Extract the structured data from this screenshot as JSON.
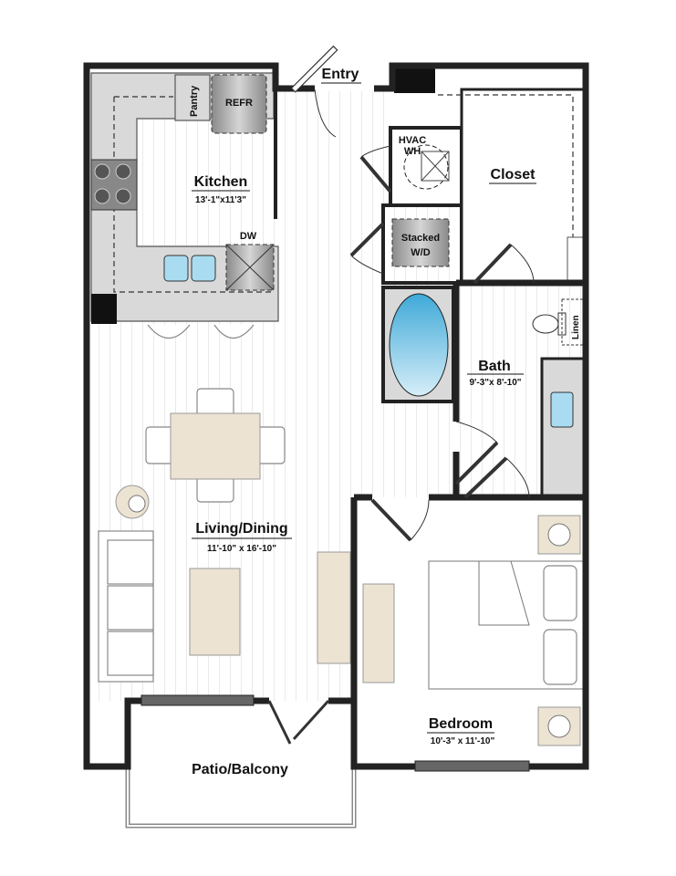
{
  "rooms": {
    "entry": {
      "name": "Entry"
    },
    "kitchen": {
      "name": "Kitchen",
      "dims": "13'-1\"x11'3\""
    },
    "living": {
      "name": "Living/Dining",
      "dims": "11'-10\" x 16'-10\""
    },
    "bath": {
      "name": "Bath",
      "dims": "9'-3\"x 8'-10\""
    },
    "bedroom": {
      "name": "Bedroom",
      "dims": "10'-3\" x 11'-10\""
    },
    "closet": {
      "name": "Closet"
    },
    "patio": {
      "name": "Patio/Balcony"
    }
  },
  "fixtures": {
    "pantry": "Pantry",
    "refrigerator": "REFR",
    "dishwasher": "DW",
    "hvac_line1": "HVAC",
    "hvac_line2": "WH",
    "washer_line1": "Stacked",
    "washer_line2": "W/D",
    "linen": "Linen"
  },
  "colors": {
    "wall": "#222222",
    "counter": "#d9d9d9",
    "furniture": "#ece3d2",
    "water": "#7cc6e6",
    "floor_stripe": "#dddddd"
  }
}
